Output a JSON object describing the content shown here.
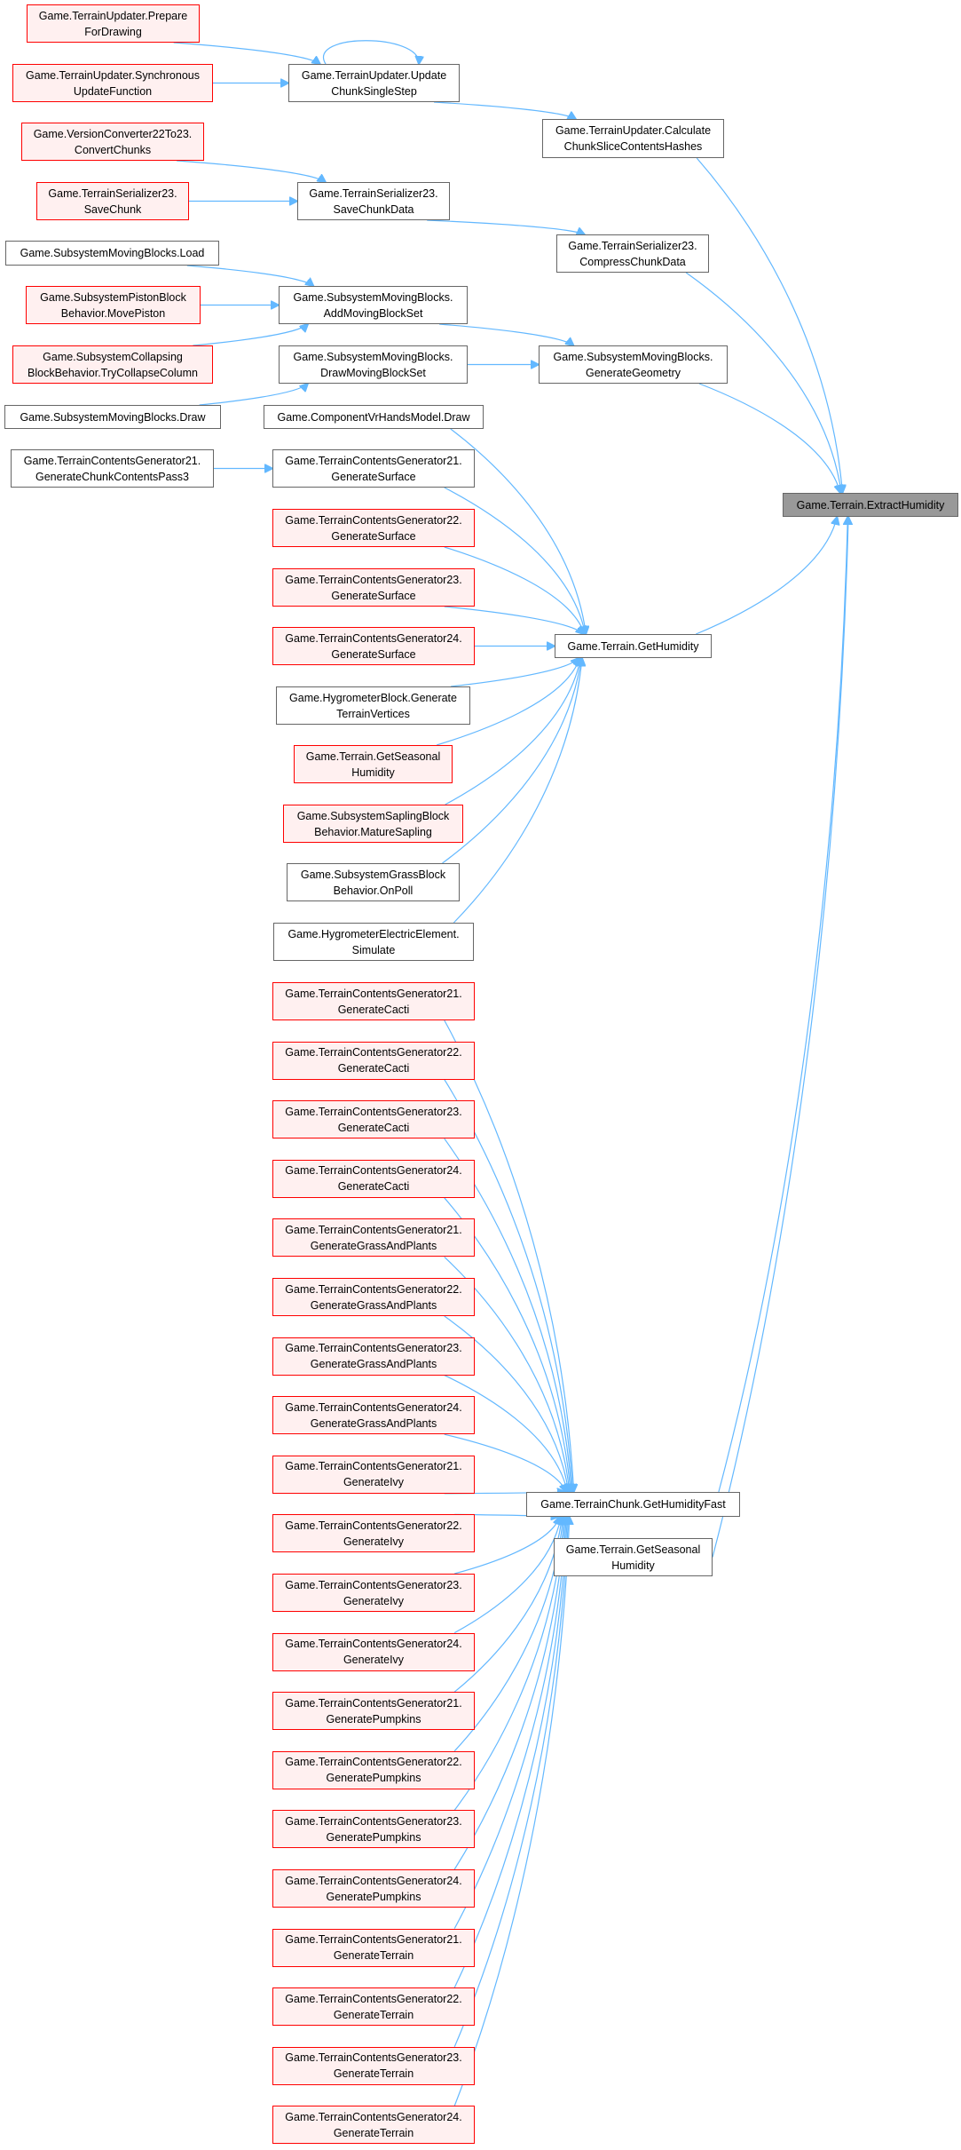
{
  "graph": {
    "edge_color": "#63b8ff",
    "focus_node": "extract",
    "nodes": [
      {
        "id": "prepare",
        "style": "red",
        "lines": [
          "Game.TerrainUpdater.Prepare",
          "ForDrawing"
        ]
      },
      {
        "id": "sync",
        "style": "red",
        "lines": [
          "Game.TerrainUpdater.Synchronous",
          "UpdateFunction"
        ]
      },
      {
        "id": "updstep",
        "style": "gray",
        "lines": [
          "Game.TerrainUpdater.Update",
          "ChunkSingleStep"
        ]
      },
      {
        "id": "calc",
        "style": "gray",
        "lines": [
          "Game.TerrainUpdater.Calculate",
          "ChunkSliceContentsHashes"
        ]
      },
      {
        "id": "vconv",
        "style": "red",
        "lines": [
          "Game.VersionConverter22To23.",
          "ConvertChunks"
        ]
      },
      {
        "id": "savechunk",
        "style": "red",
        "lines": [
          "Game.TerrainSerializer23.",
          "SaveChunk"
        ]
      },
      {
        "id": "savedata",
        "style": "gray",
        "lines": [
          "Game.TerrainSerializer23.",
          "SaveChunkData"
        ]
      },
      {
        "id": "compress",
        "style": "gray",
        "lines": [
          "Game.TerrainSerializer23.",
          "CompressChunkData"
        ]
      },
      {
        "id": "mbload",
        "style": "gray",
        "lines": [
          "Game.SubsystemMovingBlocks.Load"
        ]
      },
      {
        "id": "piston",
        "style": "red",
        "lines": [
          "Game.SubsystemPistonBlock",
          "Behavior.MovePiston"
        ]
      },
      {
        "id": "collapse",
        "style": "red",
        "lines": [
          "Game.SubsystemCollapsing",
          "BlockBehavior.TryCollapseColumn"
        ]
      },
      {
        "id": "addset",
        "style": "gray",
        "lines": [
          "Game.SubsystemMovingBlocks.",
          "AddMovingBlockSet"
        ]
      },
      {
        "id": "drawset",
        "style": "gray",
        "lines": [
          "Game.SubsystemMovingBlocks.",
          "DrawMovingBlockSet"
        ]
      },
      {
        "id": "mbdraw",
        "style": "gray",
        "lines": [
          "Game.SubsystemMovingBlocks.Draw"
        ]
      },
      {
        "id": "geom",
        "style": "gray",
        "lines": [
          "Game.SubsystemMovingBlocks.",
          "GenerateGeometry"
        ]
      },
      {
        "id": "vrhands",
        "style": "gray",
        "lines": [
          "Game.ComponentVrHandsModel.Draw"
        ]
      },
      {
        "id": "pass3",
        "style": "gray",
        "lines": [
          "Game.TerrainContentsGenerator21.",
          "GenerateChunkContentsPass3"
        ]
      },
      {
        "id": "surf21",
        "style": "gray",
        "lines": [
          "Game.TerrainContentsGenerator21.",
          "GenerateSurface"
        ]
      },
      {
        "id": "surf22",
        "style": "red",
        "lines": [
          "Game.TerrainContentsGenerator22.",
          "GenerateSurface"
        ]
      },
      {
        "id": "surf23",
        "style": "red",
        "lines": [
          "Game.TerrainContentsGenerator23.",
          "GenerateSurface"
        ]
      },
      {
        "id": "surf24",
        "style": "red",
        "lines": [
          "Game.TerrainContentsGenerator24.",
          "GenerateSurface"
        ]
      },
      {
        "id": "hygroblock",
        "style": "gray",
        "lines": [
          "Game.HygrometerBlock.Generate",
          "TerrainVertices"
        ]
      },
      {
        "id": "seasonal_mid",
        "style": "red",
        "lines": [
          "Game.Terrain.GetSeasonal",
          "Humidity"
        ]
      },
      {
        "id": "sapling",
        "style": "red",
        "lines": [
          "Game.SubsystemSaplingBlock",
          "Behavior.MatureSapling"
        ]
      },
      {
        "id": "grass",
        "style": "gray",
        "lines": [
          "Game.SubsystemGrassBlock",
          "Behavior.OnPoll"
        ]
      },
      {
        "id": "hygroelec",
        "style": "gray",
        "lines": [
          "Game.HygrometerElectricElement.",
          "Simulate"
        ]
      },
      {
        "id": "gethum",
        "style": "gray",
        "lines": [
          "Game.Terrain.GetHumidity"
        ]
      },
      {
        "id": "cacti21",
        "style": "red",
        "lines": [
          "Game.TerrainContentsGenerator21.",
          "GenerateCacti"
        ]
      },
      {
        "id": "cacti22",
        "style": "red",
        "lines": [
          "Game.TerrainContentsGenerator22.",
          "GenerateCacti"
        ]
      },
      {
        "id": "cacti23",
        "style": "red",
        "lines": [
          "Game.TerrainContentsGenerator23.",
          "GenerateCacti"
        ]
      },
      {
        "id": "cacti24",
        "style": "red",
        "lines": [
          "Game.TerrainContentsGenerator24.",
          "GenerateCacti"
        ]
      },
      {
        "id": "gp21",
        "style": "red",
        "lines": [
          "Game.TerrainContentsGenerator21.",
          "GenerateGrassAndPlants"
        ]
      },
      {
        "id": "gp22",
        "style": "red",
        "lines": [
          "Game.TerrainContentsGenerator22.",
          "GenerateGrassAndPlants"
        ]
      },
      {
        "id": "gp23",
        "style": "red",
        "lines": [
          "Game.TerrainContentsGenerator23.",
          "GenerateGrassAndPlants"
        ]
      },
      {
        "id": "gp24",
        "style": "red",
        "lines": [
          "Game.TerrainContentsGenerator24.",
          "GenerateGrassAndPlants"
        ]
      },
      {
        "id": "ivy21",
        "style": "red",
        "lines": [
          "Game.TerrainContentsGenerator21.",
          "GenerateIvy"
        ]
      },
      {
        "id": "ivy22",
        "style": "red",
        "lines": [
          "Game.TerrainContentsGenerator22.",
          "GenerateIvy"
        ]
      },
      {
        "id": "ivy23",
        "style": "red",
        "lines": [
          "Game.TerrainContentsGenerator23.",
          "GenerateIvy"
        ]
      },
      {
        "id": "ivy24",
        "style": "red",
        "lines": [
          "Game.TerrainContentsGenerator24.",
          "GenerateIvy"
        ]
      },
      {
        "id": "pump21",
        "style": "red",
        "lines": [
          "Game.TerrainContentsGenerator21.",
          "GeneratePumpkins"
        ]
      },
      {
        "id": "pump22",
        "style": "red",
        "lines": [
          "Game.TerrainContentsGenerator22.",
          "GeneratePumpkins"
        ]
      },
      {
        "id": "pump23",
        "style": "red",
        "lines": [
          "Game.TerrainContentsGenerator23.",
          "GeneratePumpkins"
        ]
      },
      {
        "id": "pump24",
        "style": "red",
        "lines": [
          "Game.TerrainContentsGenerator24.",
          "GeneratePumpkins"
        ]
      },
      {
        "id": "terr21",
        "style": "red",
        "lines": [
          "Game.TerrainContentsGenerator21.",
          "GenerateTerrain"
        ]
      },
      {
        "id": "terr22",
        "style": "red",
        "lines": [
          "Game.TerrainContentsGenerator22.",
          "GenerateTerrain"
        ]
      },
      {
        "id": "terr23",
        "style": "red",
        "lines": [
          "Game.TerrainContentsGenerator23.",
          "GenerateTerrain"
        ]
      },
      {
        "id": "terr24",
        "style": "red",
        "lines": [
          "Game.TerrainContentsGenerator24.",
          "GenerateTerrain"
        ]
      },
      {
        "id": "fast",
        "style": "gray",
        "lines": [
          "Game.TerrainChunk.GetHumidityFast"
        ]
      },
      {
        "id": "seasonal_right",
        "style": "gray",
        "lines": [
          "Game.Terrain.GetSeasonal",
          "Humidity"
        ]
      },
      {
        "id": "extract",
        "style": "focus",
        "lines": [
          "Game.Terrain.ExtractHumidity"
        ]
      }
    ],
    "edges": [
      [
        "prepare",
        "updstep"
      ],
      [
        "sync",
        "updstep"
      ],
      [
        "updstep",
        "updstep"
      ],
      [
        "updstep",
        "calc"
      ],
      [
        "vconv",
        "savedata"
      ],
      [
        "savechunk",
        "savedata"
      ],
      [
        "savedata",
        "compress"
      ],
      [
        "mbload",
        "addset"
      ],
      [
        "piston",
        "addset"
      ],
      [
        "collapse",
        "addset"
      ],
      [
        "addset",
        "geom"
      ],
      [
        "mbdraw",
        "drawset"
      ],
      [
        "drawset",
        "geom"
      ],
      [
        "pass3",
        "surf21"
      ],
      [
        "calc",
        "extract"
      ],
      [
        "compress",
        "extract"
      ],
      [
        "geom",
        "extract"
      ],
      [
        "gethum",
        "extract"
      ],
      [
        "fast",
        "extract"
      ],
      [
        "seasonal_right",
        "extract"
      ],
      [
        "vrhands",
        "gethum"
      ],
      [
        "surf21",
        "gethum"
      ],
      [
        "surf22",
        "gethum"
      ],
      [
        "surf23",
        "gethum"
      ],
      [
        "surf24",
        "gethum"
      ],
      [
        "hygroblock",
        "gethum"
      ],
      [
        "seasonal_mid",
        "gethum"
      ],
      [
        "sapling",
        "gethum"
      ],
      [
        "grass",
        "gethum"
      ],
      [
        "hygroelec",
        "gethum"
      ],
      [
        "cacti21",
        "fast"
      ],
      [
        "cacti22",
        "fast"
      ],
      [
        "cacti23",
        "fast"
      ],
      [
        "cacti24",
        "fast"
      ],
      [
        "gp21",
        "fast"
      ],
      [
        "gp22",
        "fast"
      ],
      [
        "gp23",
        "fast"
      ],
      [
        "gp24",
        "fast"
      ],
      [
        "ivy21",
        "fast"
      ],
      [
        "ivy22",
        "fast"
      ],
      [
        "ivy23",
        "fast"
      ],
      [
        "ivy24",
        "fast"
      ],
      [
        "pump21",
        "fast"
      ],
      [
        "pump22",
        "fast"
      ],
      [
        "pump23",
        "fast"
      ],
      [
        "pump24",
        "fast"
      ],
      [
        "terr21",
        "fast"
      ],
      [
        "terr22",
        "fast"
      ],
      [
        "terr23",
        "fast"
      ],
      [
        "terr24",
        "fast"
      ]
    ]
  }
}
